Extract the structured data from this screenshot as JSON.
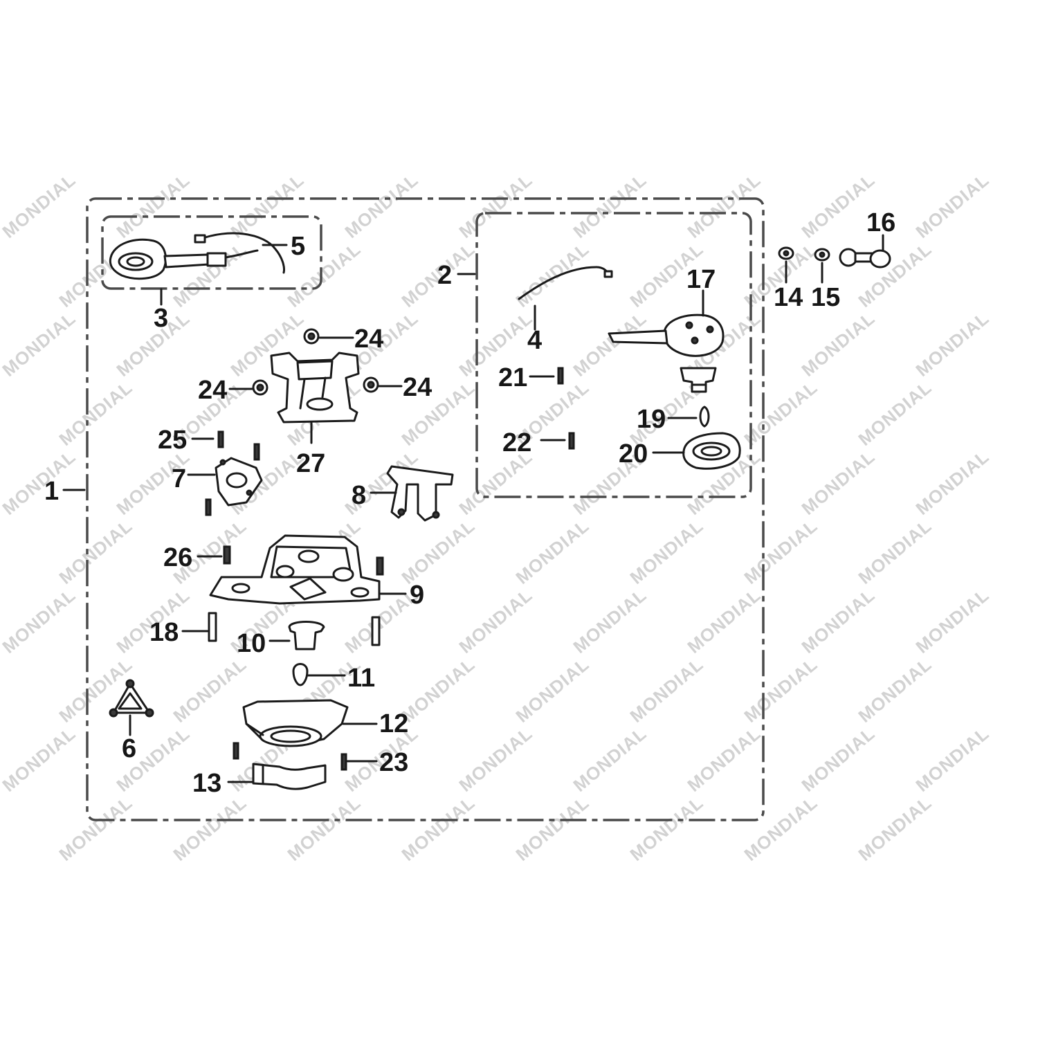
{
  "watermark_text": "MONDIAL",
  "callouts": {
    "c1": "1",
    "c2": "2",
    "c3": "3",
    "c4": "4",
    "c5": "5",
    "c6": "6",
    "c7": "7",
    "c8": "8",
    "c9": "9",
    "c10": "10",
    "c11": "11",
    "c12": "12",
    "c13": "13",
    "c14": "14",
    "c15": "15",
    "c16": "16",
    "c17": "17",
    "c18": "18",
    "c19": "19",
    "c20": "20",
    "c21": "21",
    "c22": "22",
    "c23": "23",
    "c24a": "24",
    "c24b": "24",
    "c24c": "24",
    "c25": "25",
    "c26": "26",
    "c27": "27"
  },
  "colors": {
    "line": "#1a1a1a",
    "frame": "#4a4a4a",
    "watermark": "#d2d2d2",
    "background": "#ffffff"
  }
}
